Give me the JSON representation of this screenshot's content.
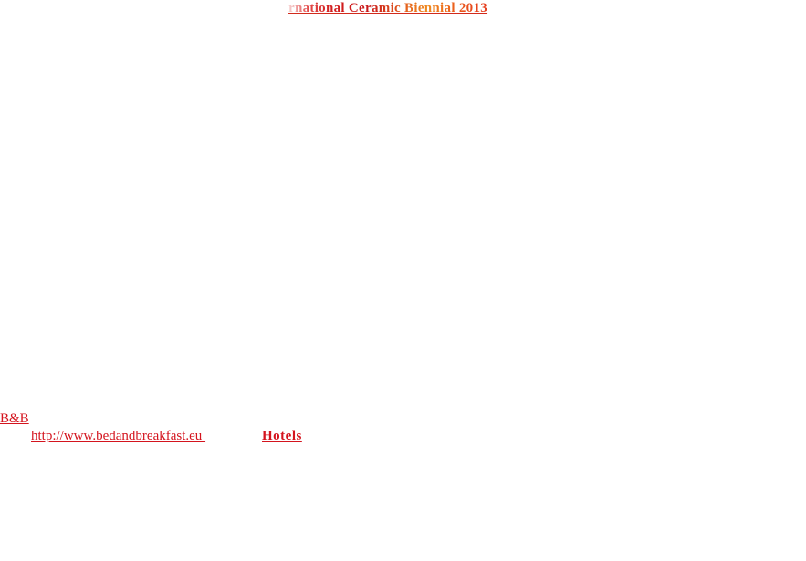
{
  "banner": {
    "title": "rnational Ceramic Biennial 2013"
  },
  "links": {
    "bnb": "B&B",
    "bnb_url": "http://www.bedandbreakfast.eu ",
    "hotels": "Hotels"
  },
  "colors": {
    "link_red": "#d4141e",
    "banner_red": "#c9181a",
    "banner_orange": "#f08a1e"
  }
}
